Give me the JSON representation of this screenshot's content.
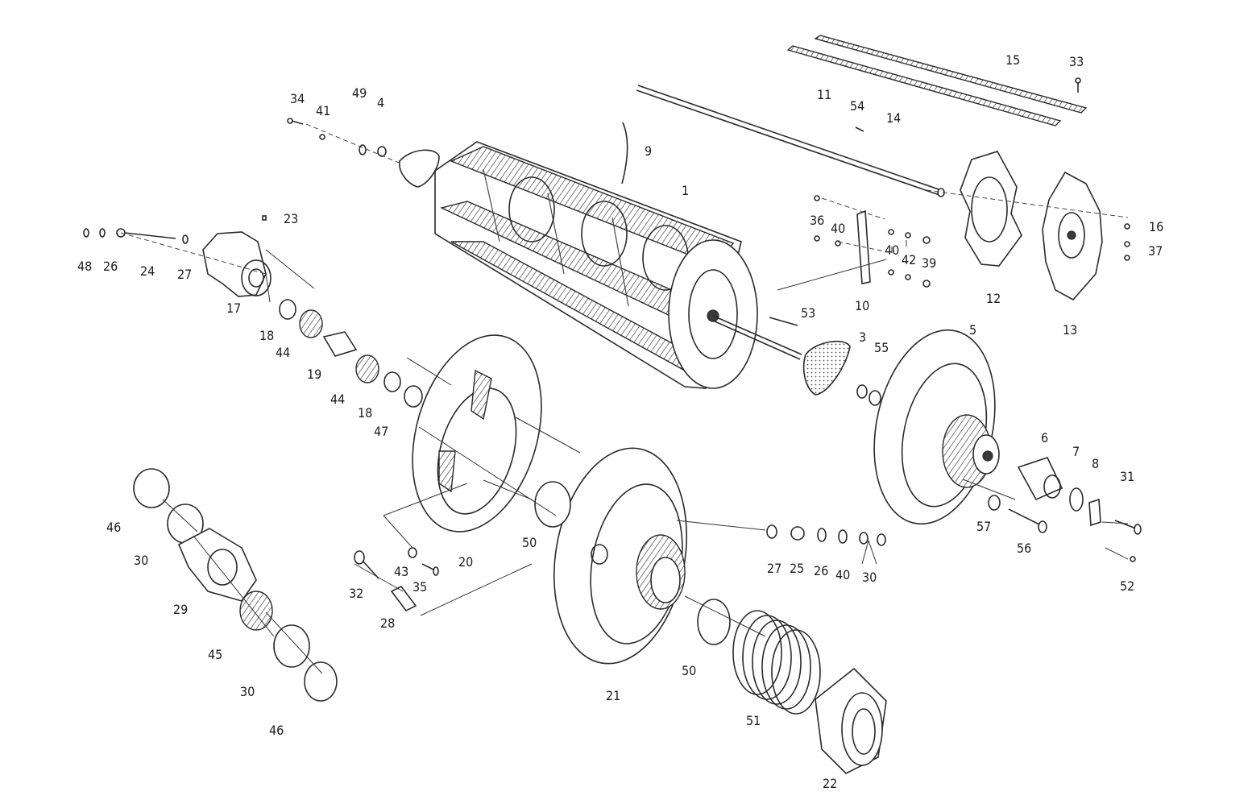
{
  "callouts": [
    {
      "id": "c1",
      "text": "1"
    },
    {
      "id": "c3",
      "text": "3"
    },
    {
      "id": "c4",
      "text": "4"
    },
    {
      "id": "c5",
      "text": "5"
    },
    {
      "id": "c6",
      "text": "6"
    },
    {
      "id": "c7",
      "text": "7"
    },
    {
      "id": "c8",
      "text": "8"
    },
    {
      "id": "c9",
      "text": "9"
    },
    {
      "id": "c10",
      "text": "10"
    },
    {
      "id": "c11",
      "text": "11"
    },
    {
      "id": "c12",
      "text": "12"
    },
    {
      "id": "c13",
      "text": "13"
    },
    {
      "id": "c14",
      "text": "14"
    },
    {
      "id": "c15",
      "text": "15"
    },
    {
      "id": "c16",
      "text": "16"
    },
    {
      "id": "c17",
      "text": "17"
    },
    {
      "id": "c18a",
      "text": "18"
    },
    {
      "id": "c18b",
      "text": "18"
    },
    {
      "id": "c19",
      "text": "19"
    },
    {
      "id": "c20",
      "text": "20"
    },
    {
      "id": "c21",
      "text": "21"
    },
    {
      "id": "c22",
      "text": "22"
    },
    {
      "id": "c23",
      "text": "23"
    },
    {
      "id": "c24",
      "text": "24"
    },
    {
      "id": "c25",
      "text": "25"
    },
    {
      "id": "c26a",
      "text": "26"
    },
    {
      "id": "c26b",
      "text": "26"
    },
    {
      "id": "c27a",
      "text": "27"
    },
    {
      "id": "c27b",
      "text": "27"
    },
    {
      "id": "c28",
      "text": "28"
    },
    {
      "id": "c29",
      "text": "29"
    },
    {
      "id": "c30a",
      "text": "30"
    },
    {
      "id": "c30b",
      "text": "30"
    },
    {
      "id": "c30c",
      "text": "30"
    },
    {
      "id": "c31",
      "text": "31"
    },
    {
      "id": "c32",
      "text": "32"
    },
    {
      "id": "c33",
      "text": "33"
    },
    {
      "id": "c34",
      "text": "34"
    },
    {
      "id": "c35",
      "text": "35"
    },
    {
      "id": "c36",
      "text": "36"
    },
    {
      "id": "c37",
      "text": "37"
    },
    {
      "id": "c39",
      "text": "39"
    },
    {
      "id": "c40a",
      "text": "40"
    },
    {
      "id": "c40b",
      "text": "40"
    },
    {
      "id": "c40c",
      "text": "40"
    },
    {
      "id": "c41",
      "text": "41"
    },
    {
      "id": "c42",
      "text": "42"
    },
    {
      "id": "c43",
      "text": "43"
    },
    {
      "id": "c44a",
      "text": "44"
    },
    {
      "id": "c44b",
      "text": "44"
    },
    {
      "id": "c45",
      "text": "45"
    },
    {
      "id": "c46a",
      "text": "46"
    },
    {
      "id": "c46b",
      "text": "46"
    },
    {
      "id": "c47",
      "text": "47"
    },
    {
      "id": "c48",
      "text": "48"
    },
    {
      "id": "c49",
      "text": "49"
    },
    {
      "id": "c50a",
      "text": "50"
    },
    {
      "id": "c50b",
      "text": "50"
    },
    {
      "id": "c51",
      "text": "51"
    },
    {
      "id": "c52",
      "text": "52"
    },
    {
      "id": "c53",
      "text": "53"
    },
    {
      "id": "c54",
      "text": "54"
    },
    {
      "id": "c55",
      "text": "55"
    },
    {
      "id": "c56",
      "text": "56"
    },
    {
      "id": "c57",
      "text": "57"
    }
  ]
}
